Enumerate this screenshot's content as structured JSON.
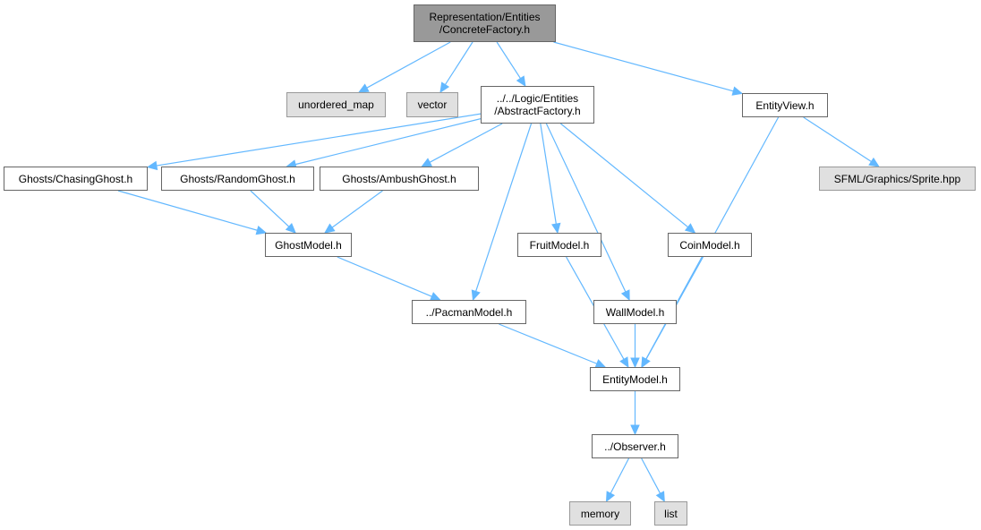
{
  "diagram": {
    "title": "Include dependency graph for ConcreteFactory.h",
    "colors": {
      "edge": "#63b8ff",
      "root_fill": "#999999",
      "external_fill": "#e0e0e0",
      "node_border": "#666666",
      "external_border": "#999999"
    },
    "nodes": [
      {
        "id": "concrete_factory",
        "label": "Representation/Entities\n/ConcreteFactory.h",
        "kind": "root"
      },
      {
        "id": "unordered_map",
        "label": "unordered_map",
        "kind": "external"
      },
      {
        "id": "vector",
        "label": "vector",
        "kind": "external"
      },
      {
        "id": "abstract_factory",
        "label": "../../Logic/Entities\n/AbstractFactory.h",
        "kind": "file"
      },
      {
        "id": "entity_view",
        "label": "EntityView.h",
        "kind": "file"
      },
      {
        "id": "chasing_ghost",
        "label": "Ghosts/ChasingGhost.h",
        "kind": "file"
      },
      {
        "id": "random_ghost",
        "label": "Ghosts/RandomGhost.h",
        "kind": "file"
      },
      {
        "id": "ambush_ghost",
        "label": "Ghosts/AmbushGhost.h",
        "kind": "file"
      },
      {
        "id": "sfml_sprite",
        "label": "SFML/Graphics/Sprite.hpp",
        "kind": "external"
      },
      {
        "id": "ghost_model",
        "label": "GhostModel.h",
        "kind": "file"
      },
      {
        "id": "fruit_model",
        "label": "FruitModel.h",
        "kind": "file"
      },
      {
        "id": "coin_model",
        "label": "CoinModel.h",
        "kind": "file"
      },
      {
        "id": "pacman_model",
        "label": "../PacmanModel.h",
        "kind": "file"
      },
      {
        "id": "wall_model",
        "label": "WallModel.h",
        "kind": "file"
      },
      {
        "id": "entity_model",
        "label": "EntityModel.h",
        "kind": "file"
      },
      {
        "id": "observer",
        "label": "../Observer.h",
        "kind": "file"
      },
      {
        "id": "memory",
        "label": "memory",
        "kind": "external"
      },
      {
        "id": "list",
        "label": "list",
        "kind": "external"
      }
    ],
    "edges": [
      {
        "from": "concrete_factory",
        "to": "unordered_map"
      },
      {
        "from": "concrete_factory",
        "to": "vector"
      },
      {
        "from": "concrete_factory",
        "to": "abstract_factory"
      },
      {
        "from": "concrete_factory",
        "to": "entity_view"
      },
      {
        "from": "abstract_factory",
        "to": "chasing_ghost"
      },
      {
        "from": "abstract_factory",
        "to": "random_ghost"
      },
      {
        "from": "abstract_factory",
        "to": "ambush_ghost"
      },
      {
        "from": "abstract_factory",
        "to": "pacman_model"
      },
      {
        "from": "abstract_factory",
        "to": "fruit_model"
      },
      {
        "from": "abstract_factory",
        "to": "wall_model"
      },
      {
        "from": "abstract_factory",
        "to": "coin_model"
      },
      {
        "from": "entity_view",
        "to": "sfml_sprite"
      },
      {
        "from": "entity_view",
        "to": "entity_model"
      },
      {
        "from": "chasing_ghost",
        "to": "ghost_model"
      },
      {
        "from": "random_ghost",
        "to": "ghost_model"
      },
      {
        "from": "ambush_ghost",
        "to": "ghost_model"
      },
      {
        "from": "ghost_model",
        "to": "pacman_model"
      },
      {
        "from": "pacman_model",
        "to": "entity_model"
      },
      {
        "from": "fruit_model",
        "to": "entity_model"
      },
      {
        "from": "wall_model",
        "to": "entity_model"
      },
      {
        "from": "coin_model",
        "to": "entity_model"
      },
      {
        "from": "entity_model",
        "to": "observer"
      },
      {
        "from": "observer",
        "to": "memory"
      },
      {
        "from": "observer",
        "to": "list"
      }
    ]
  }
}
